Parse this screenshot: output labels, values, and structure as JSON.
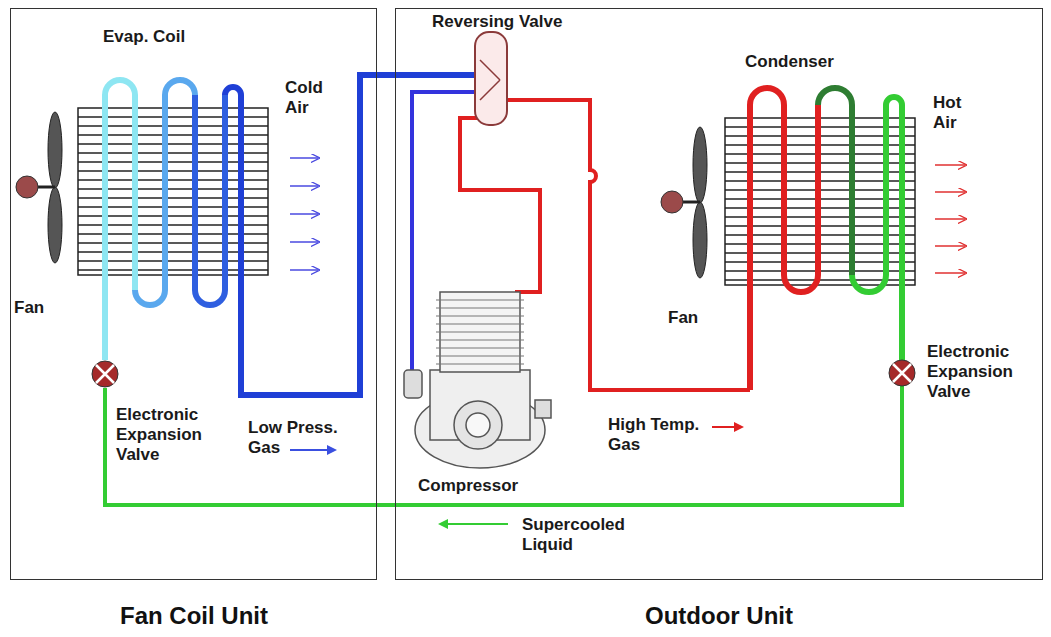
{
  "diagram": {
    "nodes": [
      {
        "text": [
          "Fan Coil Unit"
        ]
      },
      {
        "text": [
          "Outdoor Unit"
        ]
      }
    ],
    "labels": [
      "Evap. Coil",
      "Cold Air",
      "Fan",
      "Electronic Expansion Valve",
      "Low Press. Gas",
      "Reversing Valve",
      "Condenser",
      "Hot Air",
      "Fan",
      "Electronic Expansion Valve",
      "High Temp. Gas",
      "Compressor",
      "Supercooled Liquid"
    ]
  }
}
